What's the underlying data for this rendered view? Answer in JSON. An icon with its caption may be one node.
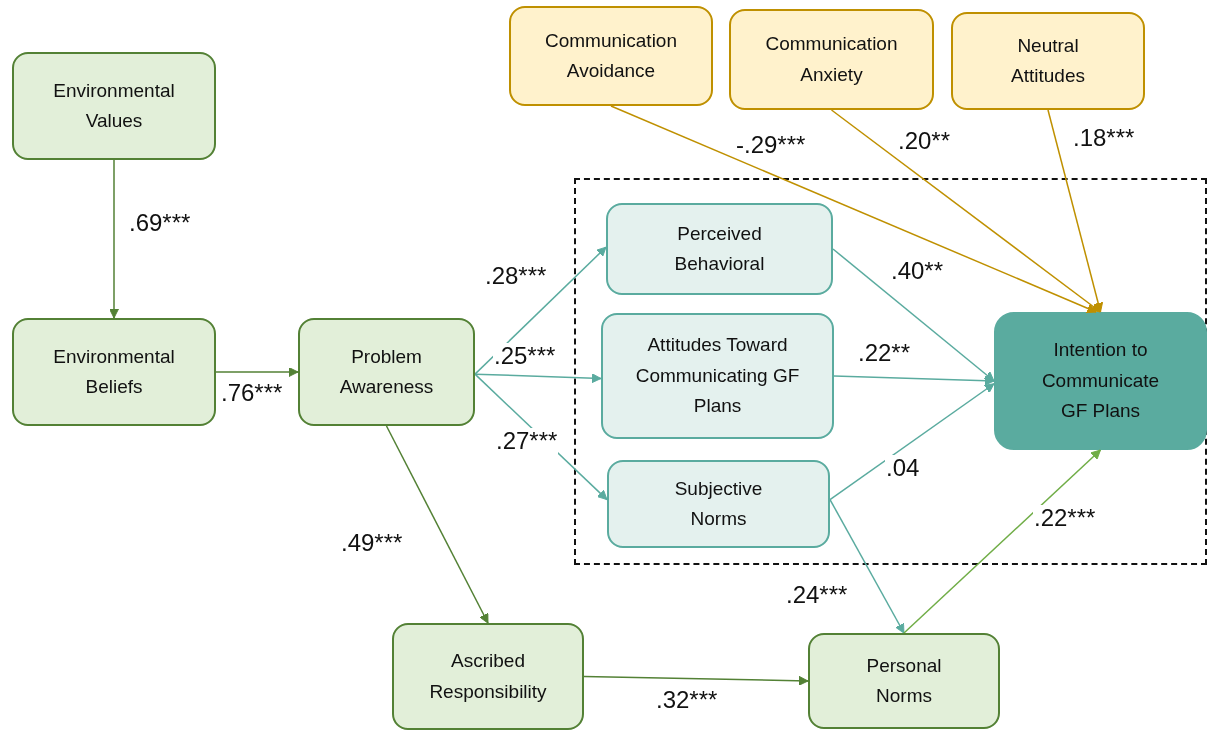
{
  "diagram": {
    "nodes": [
      {
        "text": [
          "Environmental Values"
        ]
      },
      {
        "text": [
          "Environmental Beliefs"
        ]
      },
      {
        "text": [
          "Problem Awareness"
        ]
      },
      {
        "text": [
          "Ascribed Responsibility"
        ]
      },
      {
        "text": [
          "Communication Avoidance"
        ]
      },
      {
        "text": [
          "Communication Anxiety"
        ]
      },
      {
        "text": [
          "Neutral Attitudes"
        ]
      },
      {
        "text": [],
        "shape": "box"
      },
      {
        "text": [
          "Perceived Behavioral"
        ],
        "in": 7
      },
      {
        "text": [
          "Attitudes Toward Communicating GF Plans"
        ],
        "in": 7
      },
      {
        "text": [
          "Subjective Norms"
        ],
        "in": 7
      },
      {
        "text": [
          "Intention to Communicate GF Plans"
        ],
        "in": 7
      },
      {
        "text": [
          "Personal Norms"
        ]
      }
    ],
    "edges": [
      {
        "from": 0,
        "to": 1,
        "arrow": "to",
        "label": ".69***",
        "color": "#538135"
      },
      {
        "from": 1,
        "to": 2,
        "arrow": "to",
        "label": ".76***",
        "color": "#538135"
      },
      {
        "from": 2,
        "to": 8,
        "arrow": "to",
        "label": ".28***"
      },
      {
        "from": 2,
        "to": 9,
        "arrow": "to",
        "label": ".25***"
      },
      {
        "from": 2,
        "to": 10,
        "arrow": "to",
        "label": ".27***"
      },
      {
        "from": 2,
        "to": 3,
        "arrow": "to",
        "label": ".49***",
        "color": "#538135"
      },
      {
        "from": 3,
        "to": 12,
        "arrow": "to",
        "label": ".32***",
        "color": "#538135"
      },
      {
        "from": 4,
        "to": 11,
        "arrow": "to",
        "label": "-.29***",
        "color": "#bf9000"
      },
      {
        "from": 5,
        "to": 11,
        "arrow": "to",
        "label": ".20**",
        "color": "#bf9000"
      },
      {
        "from": 6,
        "to": 11,
        "arrow": "to",
        "label": ".18***",
        "color": "#bf9000"
      },
      {
        "from": 8,
        "to": 11,
        "arrow": "to",
        "label": ".40**"
      },
      {
        "from": 9,
        "to": 11,
        "arrow": "to",
        "label": ".22**"
      },
      {
        "from": 10,
        "to": 11,
        "arrow": "to",
        "label": ".04"
      },
      {
        "from": 10,
        "to": 12,
        "arrow": "to",
        "label": ".24***"
      },
      {
        "from": 12,
        "to": 11,
        "arrow": "to",
        "label": ".22***",
        "color": "#70ad47"
      }
    ]
  }
}
